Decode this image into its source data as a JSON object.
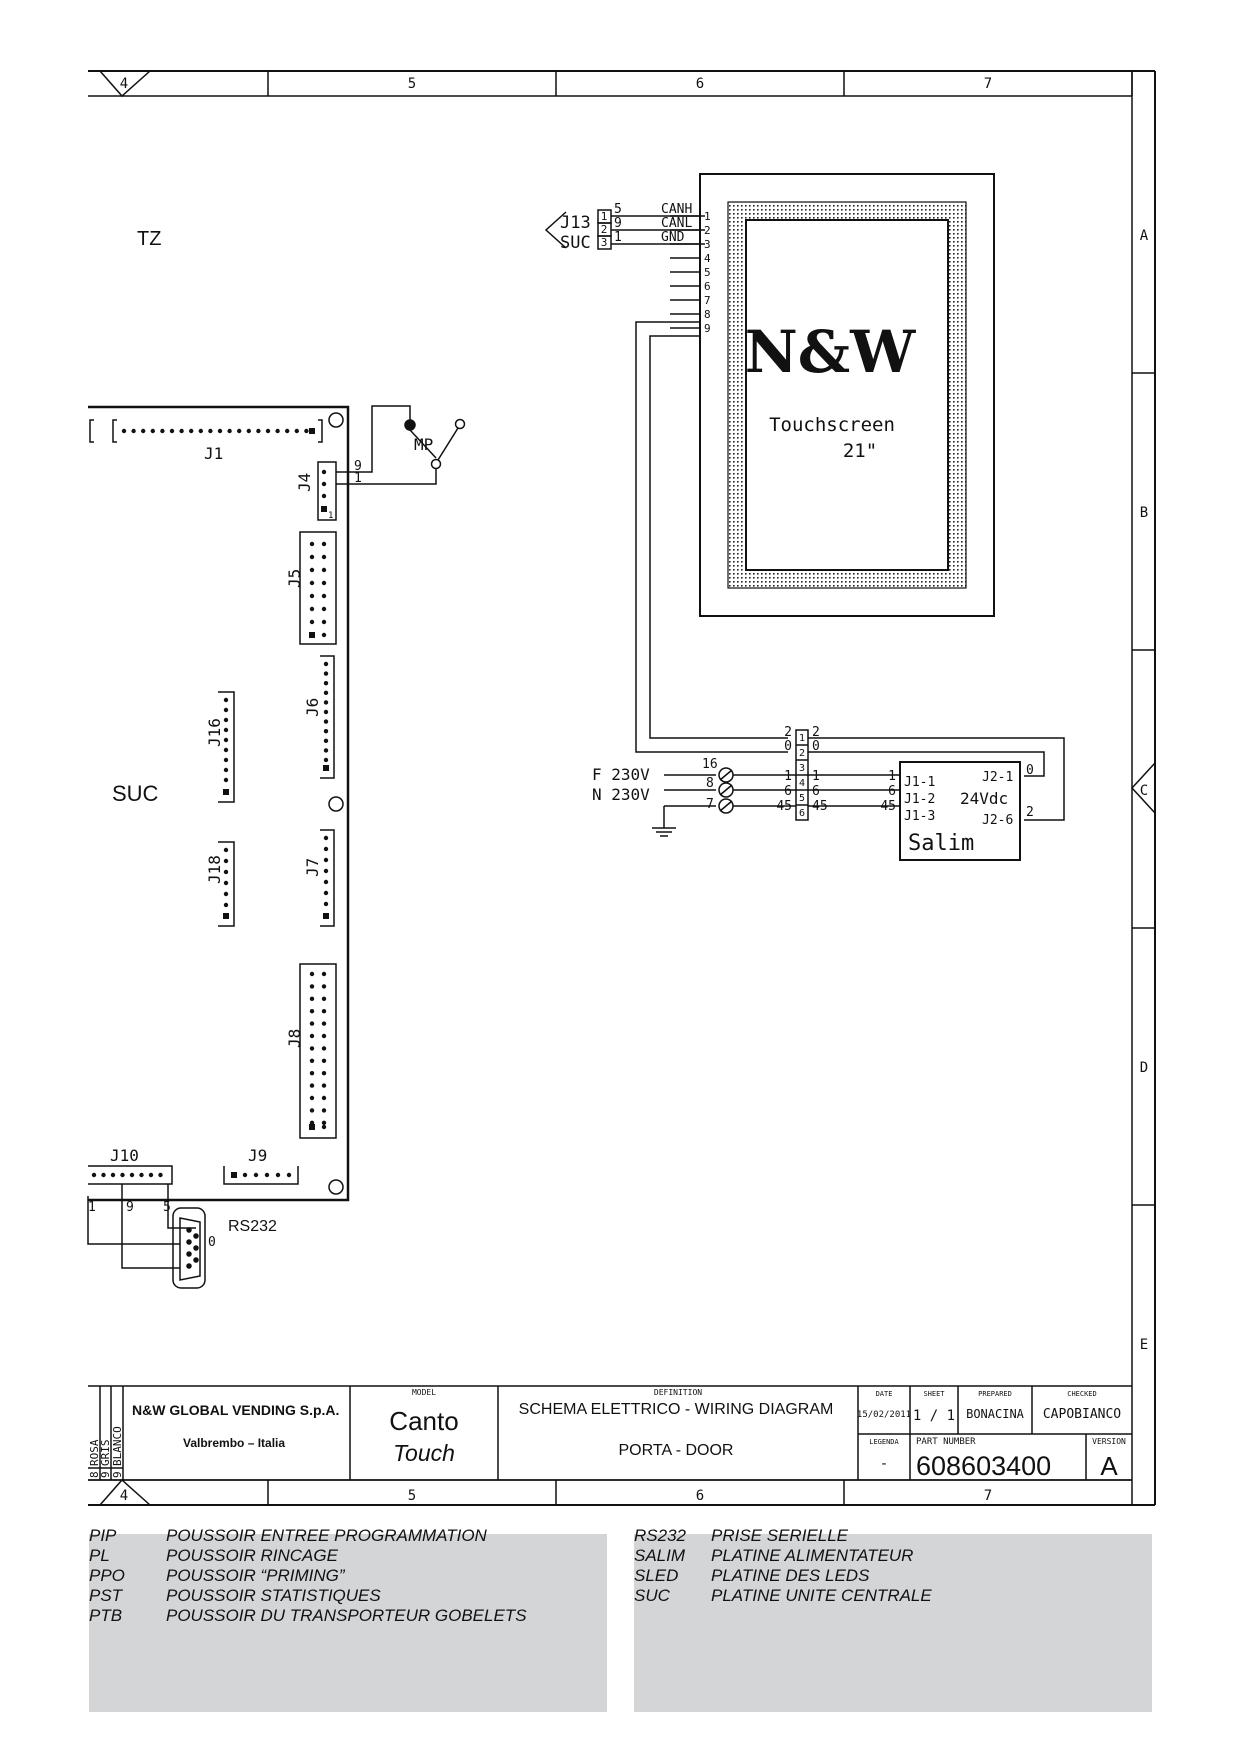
{
  "frame": {
    "columns": [
      "4",
      "5",
      "6",
      "7"
    ],
    "rows": [
      "A",
      "B",
      "C",
      "D",
      "E"
    ]
  },
  "labels": {
    "tz": "TZ",
    "suc": "SUC",
    "mp": "MP",
    "rs232": "RS232",
    "rs232_pin": "0"
  },
  "connectors": {
    "j1": "J1",
    "j4": "J4",
    "j5": "J5",
    "j6": "J6",
    "j7": "J7",
    "j8": "J8",
    "j9": "J9",
    "j10": "J10",
    "j16": "J16",
    "j18": "J18",
    "j13": "J13",
    "j13_suc": "SUC",
    "pin1": "1",
    "pin9": "9",
    "pin5": "5"
  },
  "can_bus": {
    "signals": [
      "CANH",
      "CANL",
      "GND"
    ],
    "wires": [
      "5",
      "9",
      "1"
    ],
    "j13_pins": [
      "1",
      "2",
      "3"
    ],
    "screen_pins": [
      "1",
      "2",
      "3",
      "4",
      "5",
      "6",
      "7",
      "8",
      "9"
    ]
  },
  "touchscreen": {
    "brand": "N&W",
    "name": "Touchscreen",
    "size": "21\""
  },
  "power": {
    "f_label": "F 230V",
    "n_label": "N 230V",
    "terminals": [
      "16",
      "8",
      "7"
    ],
    "block_wires_left": [
      "2",
      "0",
      "1",
      "6",
      "45"
    ],
    "block_pins": [
      "1",
      "2",
      "3",
      "4",
      "5",
      "6"
    ],
    "block_wires_right": [
      "2",
      "0",
      "1",
      "6",
      "45"
    ],
    "salim_wires": [
      "1",
      "6",
      "45"
    ],
    "salim_out": [
      "0",
      "2"
    ]
  },
  "salim": {
    "name": "Salim",
    "voltage": "24Vdc",
    "pins_left": [
      "J1-1",
      "J1-2",
      "J1-3"
    ],
    "pins_right": [
      "J2-1",
      "J2-6"
    ]
  },
  "title_block": {
    "color_codes": [
      "ROSA",
      "GRIS",
      "BLANCO"
    ],
    "color_nums": [
      "8",
      "9",
      "9"
    ],
    "company": "N&W GLOBAL VENDING S.p.A.",
    "location": "Valbrembo – Italia",
    "model_label": "MODEL",
    "model_line1": "Canto",
    "model_line2": "Touch",
    "definition_label": "DEFINITION",
    "definition_line1": "SCHEMA ELETTRICO - WIRING DIAGRAM",
    "definition_line2": "PORTA - DOOR",
    "date_label": "DATE",
    "date": "15/02/2011",
    "sheet_label": "SHEET",
    "sheet": "1 / 1",
    "prepared_label": "PREPARED",
    "prepared": "BONACINA",
    "checked_label": "CHECKED",
    "checked": "CAPOBIANCO",
    "legenda_label": "LEGENDA",
    "legenda": "-",
    "part_label": "PART NUMBER",
    "part_number": "608603400",
    "version_label": "VERSION",
    "version": "A"
  },
  "legend_left": [
    {
      "abbr": "PIP",
      "desc": "POUSSOIR ENTREE PROGRAMMATION"
    },
    {
      "abbr": "PL",
      "desc": "POUSSOIR RINCAGE"
    },
    {
      "abbr": "PPO",
      "desc": "POUSSOIR “PRIMING”"
    },
    {
      "abbr": "PST",
      "desc": "POUSSOIR STATISTIQUES"
    },
    {
      "abbr": "PTB",
      "desc": "POUSSOIR DU TRANSPORTEUR GOBELETS"
    }
  ],
  "legend_right": [
    {
      "abbr": "RS232",
      "desc": "PRISE SERIELLE"
    },
    {
      "abbr": "SALIM",
      "desc": "PLATINE ALIMENTATEUR"
    },
    {
      "abbr": "SLED",
      "desc": "PLATINE DES LEDS"
    },
    {
      "abbr": "SUC",
      "desc": "PLATINE UNITE CENTRALE"
    }
  ]
}
